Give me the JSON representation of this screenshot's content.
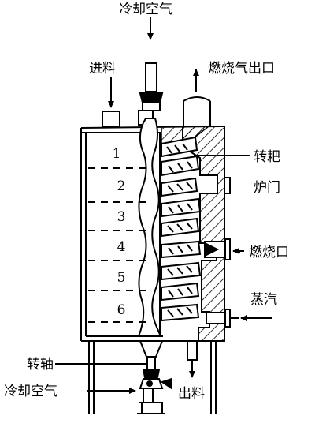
{
  "labels": {
    "cooling_air_top": "冷却空气",
    "feed": "进料",
    "flue_gas_outlet": "燃烧气出口",
    "rotating_rake": "转耙",
    "furnace_door": "炉门",
    "burner_port": "燃烧口",
    "steam": "蒸汽",
    "shaft": "转轴",
    "cooling_air_bottom": "冷却空气",
    "discharge": "出料"
  },
  "hearths": [
    "1",
    "2",
    "3",
    "4",
    "5",
    "6"
  ],
  "colors": {
    "line": "#000000",
    "background": "#ffffff"
  }
}
